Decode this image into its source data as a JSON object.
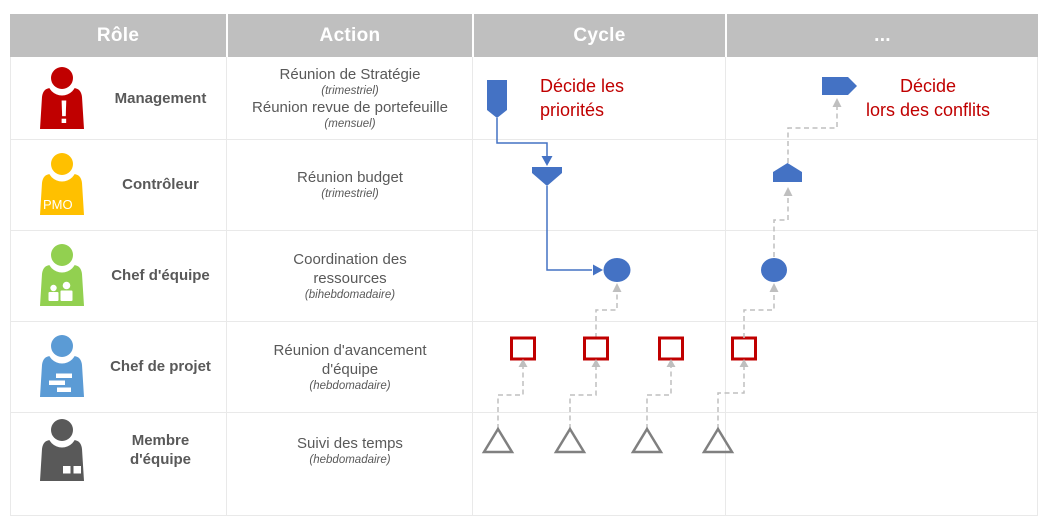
{
  "header": {
    "columns": [
      "Rôle",
      "Action",
      "Cycle",
      "..."
    ]
  },
  "rows": [
    {
      "role": "Management",
      "badge": "!",
      "action": [
        "Réunion de Stratégie",
        "(trimestriel)",
        "Réunion revue de portefeuille",
        "(mensuel)"
      ]
    },
    {
      "role": "Contrôleur",
      "badge": "PMO",
      "action": [
        "Réunion budget",
        "(trimestriel)"
      ]
    },
    {
      "role": "Chef d'équipe",
      "action": [
        "Coordination des\nressources",
        "(bihebdomadaire)"
      ]
    },
    {
      "role": "Chef de projet",
      "action": [
        "Réunion d'avancement\nd'équipe",
        "(hebdomadaire)"
      ]
    },
    {
      "role": "Membre\nd'équipe",
      "action": [
        "Suivi des temps",
        "(hebdomadaire)"
      ]
    }
  ],
  "annotations": {
    "decide_priorities": "Décide les\npriorités",
    "decide_conflicts": "Décide\nlors des conflits"
  },
  "colors": {
    "header_bg": "#BFBFBF",
    "header_text": "#FFFFFF",
    "management_red": "#C00000",
    "controller_yellow": "#FFC000",
    "team_lead_green": "#92D050",
    "project_lead_blue": "#5B9BD5",
    "member_dark_gray": "#595959",
    "flow_blue": "#4472C4",
    "dashed_connector_gray": "#BFBFBF",
    "triangle_outline_gray": "#808080",
    "annotation_red": "#C00000",
    "grid_line": "#E9E9E9"
  }
}
